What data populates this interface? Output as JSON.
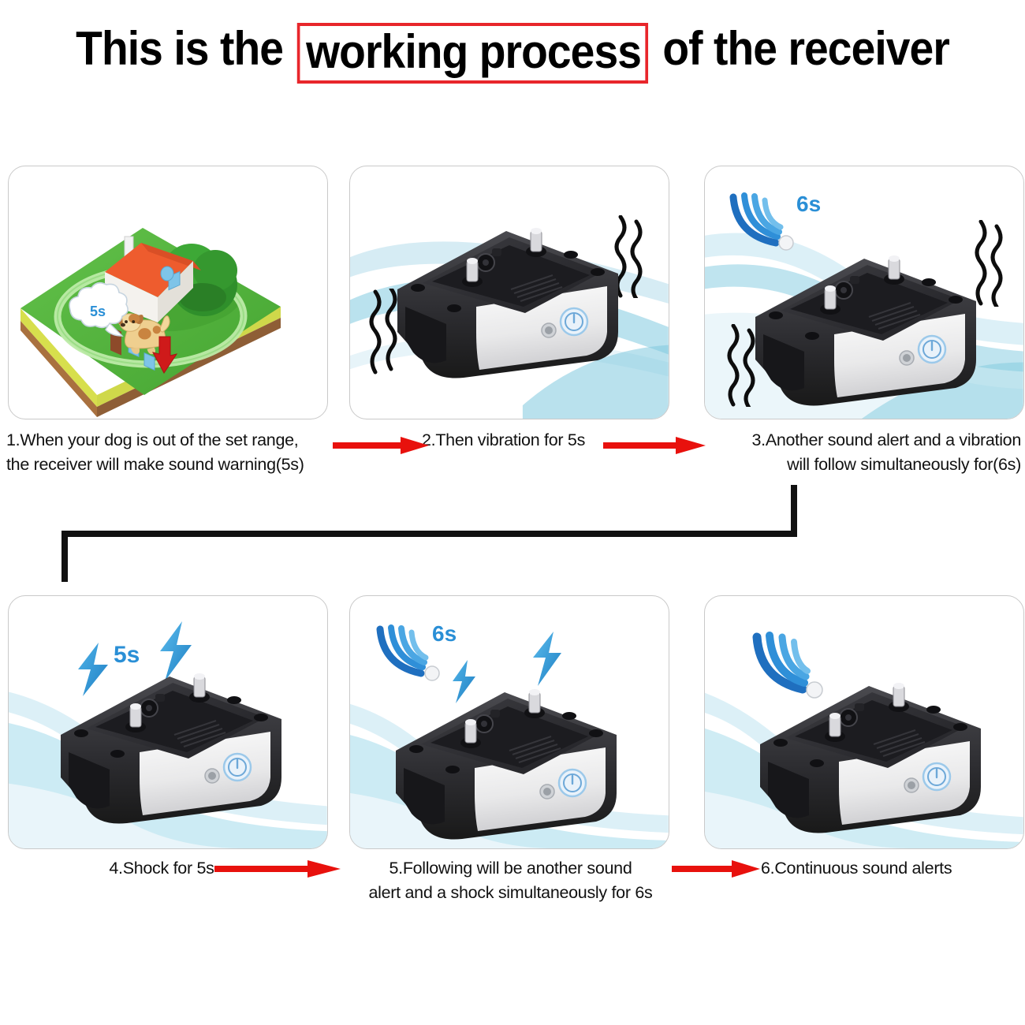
{
  "title": {
    "before": "This is the",
    "highlight": "working process",
    "after": "of the receiver",
    "highlight_border_color": "#e8262b"
  },
  "steps": [
    {
      "id": "step-1",
      "number": "1.",
      "caption_line_1": "1.When your dog is out of the set range,",
      "caption_line_2": "the receiver will make sound warning(5s)",
      "illustration": "yard-boundary-dog-scene",
      "badges": [
        {
          "icon": "speech-bubble-icon",
          "label": "5s"
        }
      ]
    },
    {
      "id": "step-2",
      "number": "2.",
      "caption_line_1": "2.Then vibration for 5s",
      "caption_line_2": "",
      "illustration": "collar-receiver-device",
      "badges": [
        {
          "icon": "vibration-lines-icon",
          "label": ""
        }
      ]
    },
    {
      "id": "step-3",
      "number": "3.",
      "caption_line_1": "3.Another sound alert and a vibration",
      "caption_line_2": "will follow simultaneously for(6s)",
      "illustration": "collar-receiver-device",
      "badges": [
        {
          "icon": "sound-wave-icon",
          "label": "6s"
        },
        {
          "icon": "vibration-lines-icon",
          "label": ""
        }
      ]
    },
    {
      "id": "step-4",
      "number": "4.",
      "caption_line_1": "4.Shock for 5s",
      "caption_line_2": "",
      "illustration": "collar-receiver-device",
      "badges": [
        {
          "icon": "lightning-bolt-icon",
          "label": "5s"
        }
      ]
    },
    {
      "id": "step-5",
      "number": "5.",
      "caption_line_1": "5.Following will be another sound",
      "caption_line_2": "alert and a shock simultaneously for 6s",
      "illustration": "collar-receiver-device",
      "badges": [
        {
          "icon": "sound-wave-icon",
          "label": "6s"
        },
        {
          "icon": "lightning-bolt-icon",
          "label": ""
        }
      ]
    },
    {
      "id": "step-6",
      "number": "6.",
      "caption_line_1": "6.Continuous sound alerts",
      "caption_line_2": "",
      "illustration": "collar-receiver-device",
      "badges": [
        {
          "icon": "sound-wave-icon",
          "label": ""
        }
      ]
    }
  ],
  "labels": {
    "dog_bubble": "5s",
    "sound_6s": "6s",
    "shock_5s": "5s",
    "sound_6s_panel5": "6s"
  },
  "colors": {
    "arrow_red": "#e8110d",
    "accent_blue": "#2a8fd6",
    "swoosh_blue": "#9bd7e8",
    "grass_green": "#5cb843",
    "roof_orange": "#ed5b2d",
    "panel_border": "#c9c9c9",
    "connector_black": "#111111",
    "device_black": "#2b2b2e",
    "device_face": "#f2f2f2"
  }
}
